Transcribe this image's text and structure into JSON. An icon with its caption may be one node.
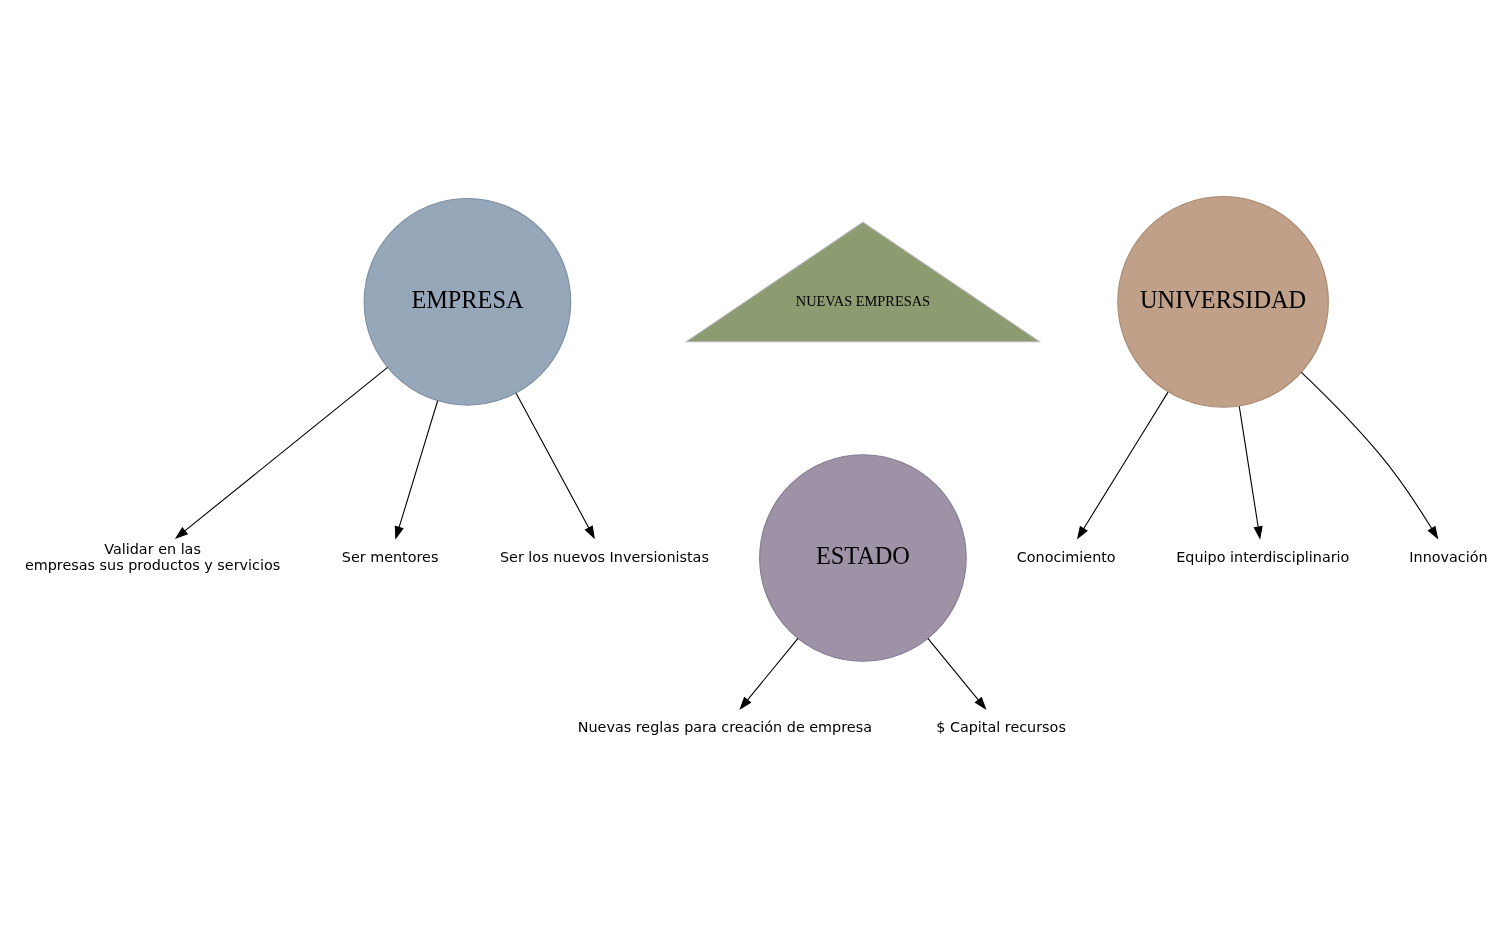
{
  "diagram": {
    "nodes": [
      {
        "text": [
          "EMPRESA"
        ]
      },
      {
        "text": [
          "UNIVERSIDAD"
        ]
      },
      {
        "text": [
          "NUEVAS EMPRESAS"
        ]
      },
      {
        "text": [
          "ESTADO"
        ]
      },
      {
        "text": [
          "Validar en las",
          "empresas sus productos y servicios"
        ]
      },
      {
        "text": [
          "Ser mentores"
        ]
      },
      {
        "text": [
          "Ser los nuevos Inversionistas"
        ]
      },
      {
        "text": [
          "Conocimiento"
        ]
      },
      {
        "text": [
          "Equipo interdisciplinario"
        ]
      },
      {
        "text": [
          "Innovación"
        ]
      },
      {
        "text": [
          "Nuevas reglas para creación de empresa"
        ]
      },
      {
        "text": [
          "$ Capital recursos"
        ]
      }
    ],
    "edges": [
      {
        "from": 0,
        "to": 4,
        "arrow": "to"
      },
      {
        "from": 0,
        "to": 5,
        "arrow": "to"
      },
      {
        "from": 0,
        "to": 6,
        "arrow": "to"
      },
      {
        "from": 1,
        "to": 7,
        "arrow": "to"
      },
      {
        "from": 1,
        "to": 8,
        "arrow": "to"
      },
      {
        "from": 1,
        "to": 9,
        "arrow": "to"
      },
      {
        "from": 3,
        "to": 10,
        "arrow": "to"
      },
      {
        "from": 3,
        "to": 11,
        "arrow": "to"
      }
    ]
  }
}
